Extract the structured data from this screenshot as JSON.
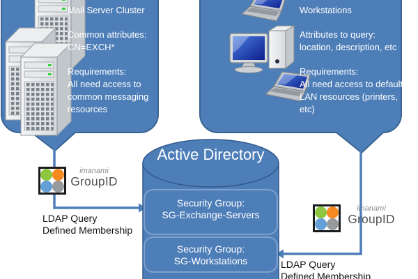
{
  "left_callout": {
    "title": "Mail Server Cluster",
    "attributes_label": "Common attributes:",
    "attributes_value": "CN=EXCH*",
    "requirements_label": "Requirements:",
    "requirements_lines": [
      "All need access to",
      "common messaging",
      "resources"
    ]
  },
  "right_callout": {
    "title": "Workstations",
    "attributes_label": "Attributes to query:",
    "attributes_value": "location, description, etc",
    "requirements_label": "Requirements:",
    "requirements_lines": [
      "All need access to default",
      "LAN resources (printers,",
      "etc)"
    ]
  },
  "directory": {
    "title": "Active Directory",
    "groups": [
      {
        "label": "Security Group:",
        "name": "SG-Exchange-Servers"
      },
      {
        "label": "Security Group:",
        "name": "SG-Workstations"
      }
    ]
  },
  "groupid_left": {
    "brand": "imanami",
    "product": "GroupID",
    "caption_line1": "LDAP Query",
    "caption_line2": "Defined Membership"
  },
  "groupid_right": {
    "brand": "imanami",
    "product": "GroupID",
    "caption_line1": "LDAP Query",
    "caption_line2": "Defined Membership"
  },
  "icons": {
    "left_callout_icons": "server-tower x3",
    "right_callout_icons": "laptop, desktop-pc, laptop",
    "logo_icon": "groupid-pinwheel"
  },
  "colors": {
    "bubble_fill": "#4E7EB8",
    "bubble_border": "#3A6492",
    "cylinder_border": "#30598C",
    "group_box_border": "#7FA1CD",
    "arrow": "#4E7EB8",
    "text_light": "#FFFFFF",
    "text_dark": "#121212",
    "logo_green": "#8DC63F",
    "logo_orange": "#F6891F",
    "logo_blue": "#64A0D8",
    "logo_gray": "#97999B"
  }
}
